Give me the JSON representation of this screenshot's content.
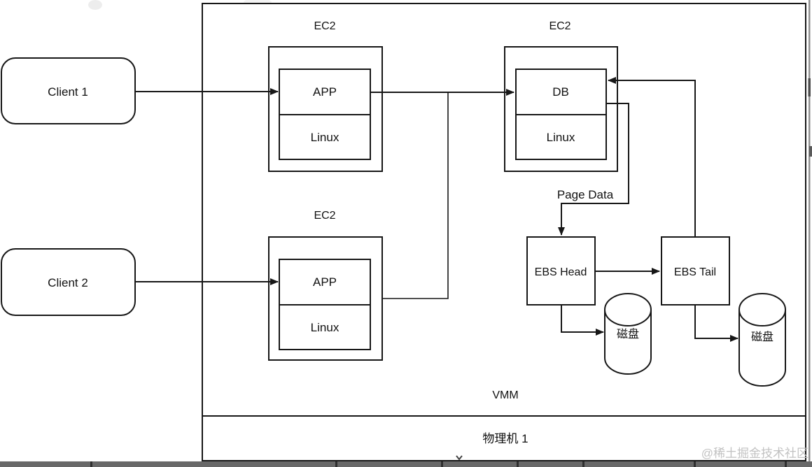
{
  "diagram": {
    "clients": [
      {
        "label": "Client 1"
      },
      {
        "label": "Client 2"
      }
    ],
    "ec2_instances": [
      {
        "title": "EC2",
        "layers": {
          "top": "APP",
          "bottom": "Linux"
        }
      },
      {
        "title": "EC2",
        "layers": {
          "top": "APP",
          "bottom": "Linux"
        }
      },
      {
        "title": "EC2",
        "layers": {
          "top": "DB",
          "bottom": "Linux"
        }
      }
    ],
    "ebs_head_label": "EBS Head",
    "ebs_tail_label": "EBS Tail",
    "disks": [
      {
        "label": "磁盘"
      },
      {
        "label": "磁盘"
      }
    ],
    "page_data_label": "Page Data",
    "vmm_label": "VMM",
    "physical_host_label": "物理机 1",
    "watermark": "@稀土掘金技术社区",
    "colors": {
      "stroke": "#171717",
      "background": "#ffffff",
      "watermark_gray": "#c2c2c2",
      "bottom_bar_gray": "#686868"
    }
  }
}
